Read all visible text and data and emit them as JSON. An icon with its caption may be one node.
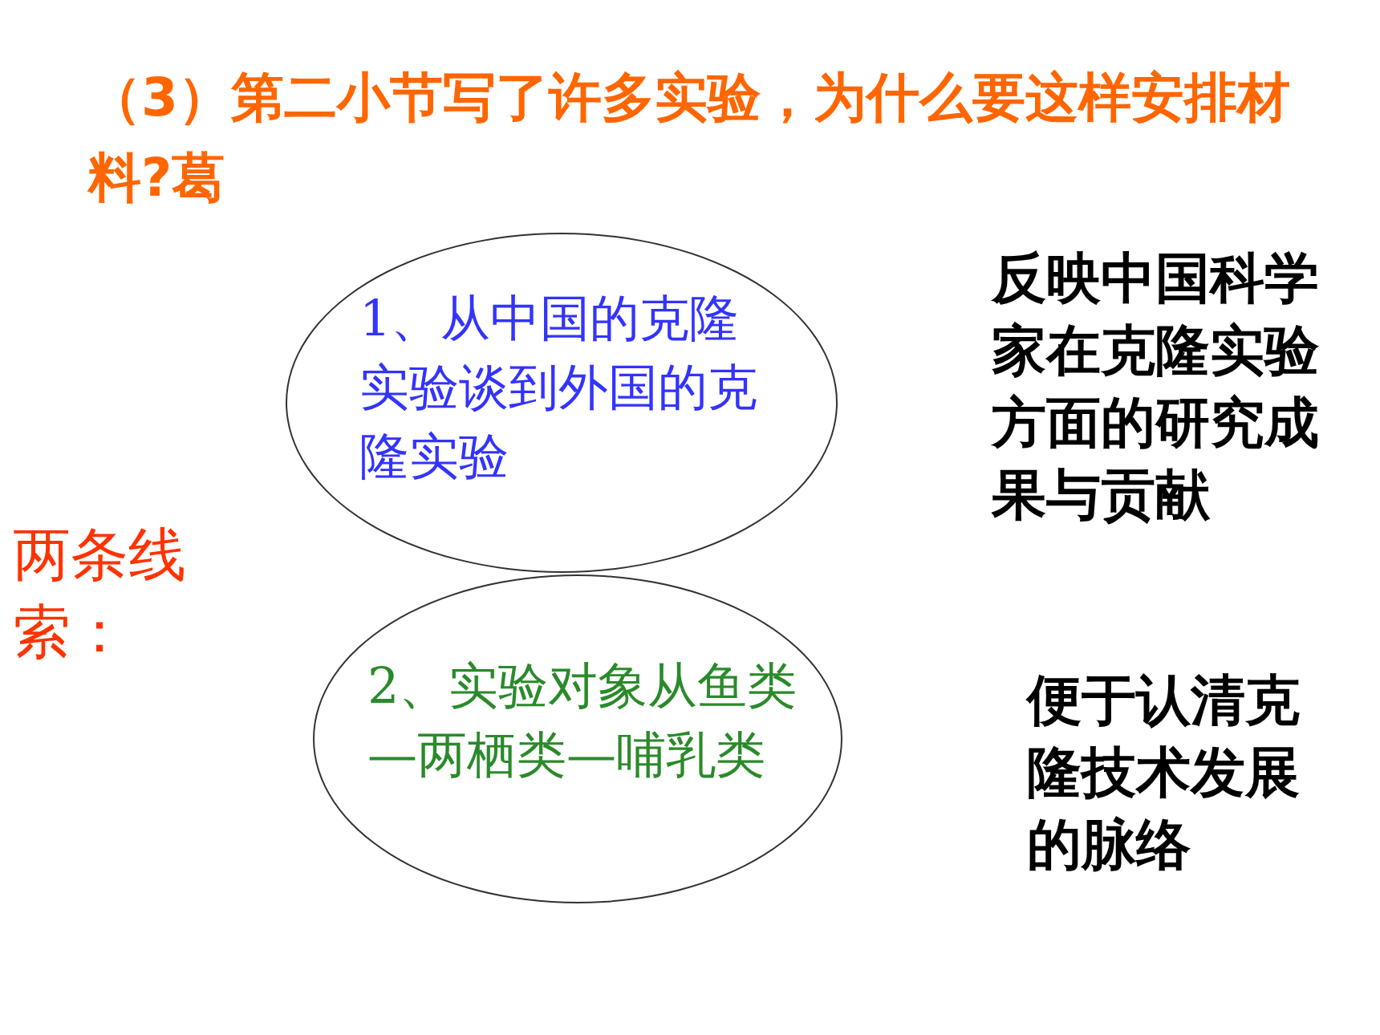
{
  "diagram": {
    "title": "（3）第二小节写了许多实验，为什么要这样安排材料?葛",
    "nodes": [
      {
        "text": [
          "1、从中国的克隆实验谈到外国的克隆实验"
        ]
      },
      {
        "text": [
          "2、实验对象从鱼类—两栖类—哺乳类"
        ]
      }
    ],
    "edges": [],
    "labels": [
      "反映中国科学家在克隆实验方面的研究成果与贡献",
      "两条线索：",
      "便于认清克隆技术发展的脉络"
    ]
  }
}
